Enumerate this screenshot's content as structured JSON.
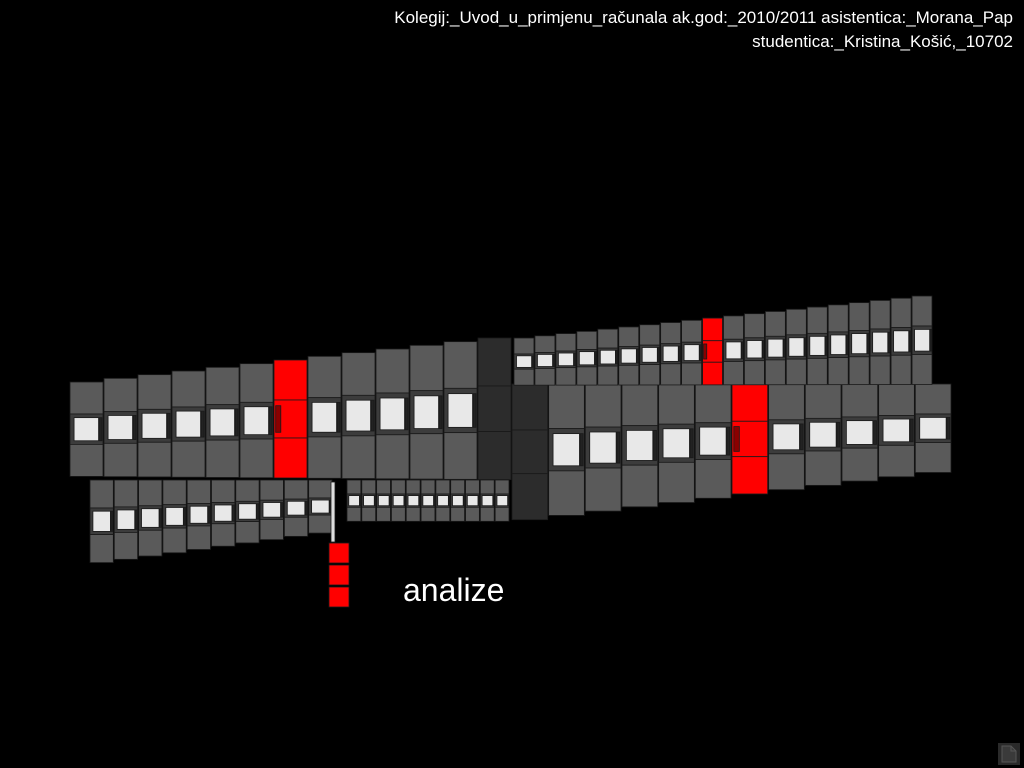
{
  "header": {
    "line1": "Kolegij:_Uvod_u_primjenu_računala  ak.god:_2010/2011  asistentica:_Morana_Pap",
    "line2": "studentica:_Kristina_Košić,_10702"
  },
  "label": {
    "text": "analize"
  },
  "colors": {
    "background": "#000000",
    "frame_gray": "#5a5a5a",
    "film_white": "#e8e8e8",
    "highlight_red": "#ff0000",
    "dark_cell": "#2c2c2c"
  },
  "icons": {
    "corner": "document-icon"
  }
}
